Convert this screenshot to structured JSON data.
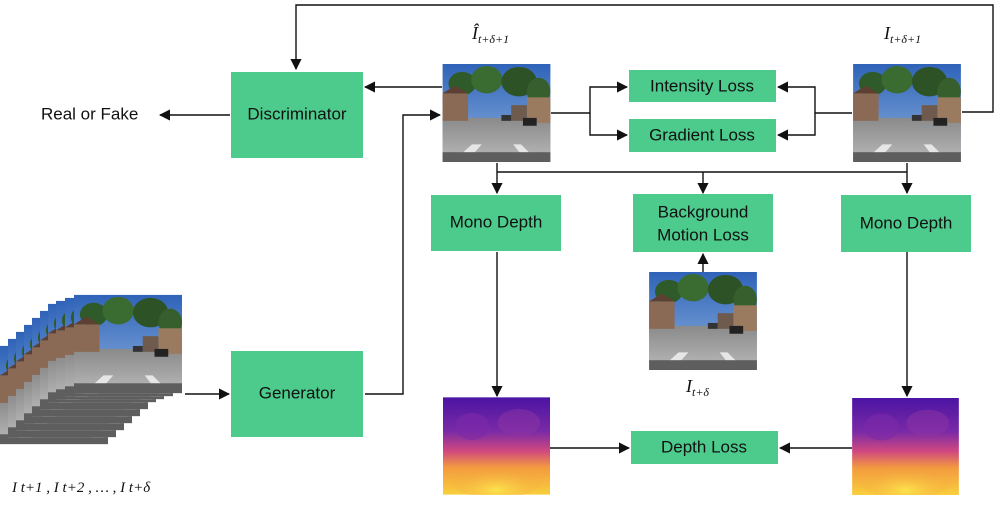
{
  "nodes": {
    "discriminator": "Discriminator",
    "generator": "Generator",
    "intensity_loss": "Intensity Loss",
    "gradient_loss": "Gradient Loss",
    "mono_depth_left": "Mono Depth",
    "mono_depth_right": "Mono Depth",
    "background_motion_loss_line1": "Background",
    "background_motion_loss_line2": "Motion Loss",
    "depth_loss": "Depth Loss"
  },
  "labels": {
    "real_or_fake": "Real or Fake",
    "predicted_frame": {
      "base": "Î",
      "sub": "t+δ+1"
    },
    "target_frame": {
      "base": "I",
      "sub": "t+δ+1"
    },
    "current_frame": {
      "base": "I",
      "sub": "t+δ"
    },
    "input_frames": "I t+1 , I t+2 , … , I t+δ"
  },
  "colors": {
    "box_fill": "#4ccb8d",
    "sky": "#3f74c4",
    "depth_purple": "#5a1aa8",
    "depth_yellow": "#f6c23a"
  }
}
